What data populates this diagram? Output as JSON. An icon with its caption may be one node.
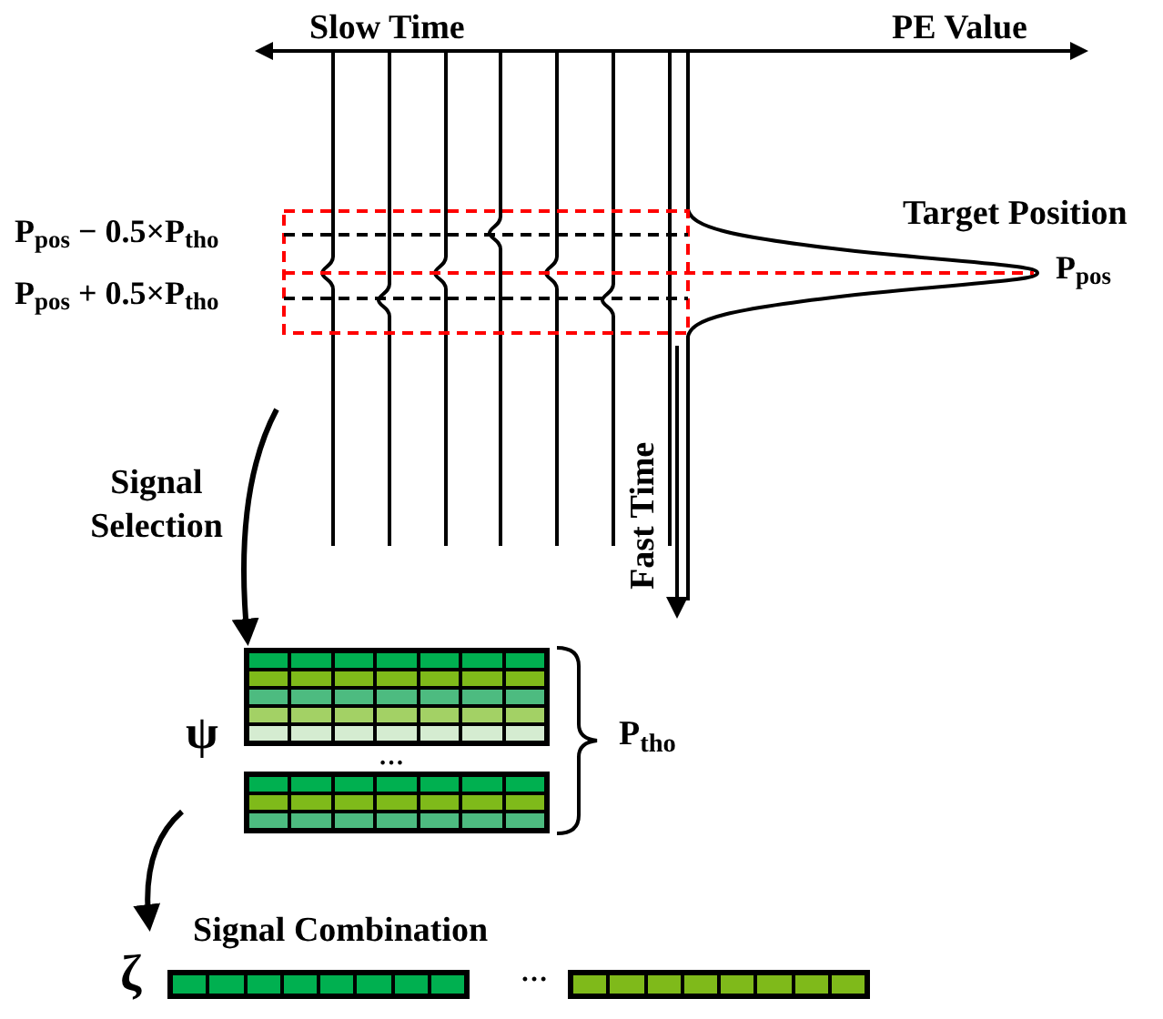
{
  "diagram": {
    "nodes": [
      {
        "text": [],
        "shape": "box",
        "beside": [
          "ψ",
          "…"
        ]
      },
      {
        "text": [],
        "shape": "bar",
        "beside": [
          "Signal Combination",
          "ζ"
        ]
      },
      {
        "text": [],
        "shape": "bar"
      }
    ],
    "edges": [
      {
        "from": null,
        "to": 0,
        "arrow": "to",
        "label": "Signal Selection"
      },
      {
        "from": 0,
        "to": 1,
        "arrow": "to"
      }
    ],
    "labels": [
      "Slow Time",
      "PE Value",
      "P$_{pos}$ − 0.5×P$_{tho}$",
      "Target Position",
      "P$_{pos}$",
      "P$_{pos}$ + 0.5×P$_{tho}$",
      "Fast Time",
      "P$_{tho}$",
      "…"
    ]
  }
}
